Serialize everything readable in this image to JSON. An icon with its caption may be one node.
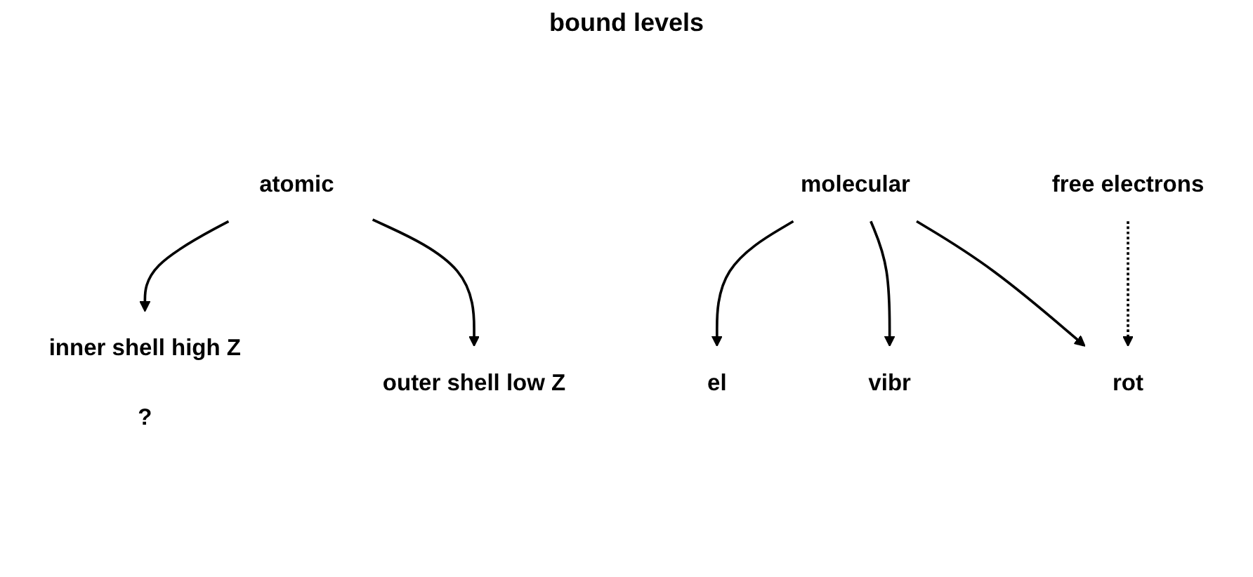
{
  "diagram": {
    "nodes": [
      {
        "text": [
          "atomic"
        ]
      },
      {
        "text": [
          "molecular"
        ]
      },
      {
        "text": [
          "free electrons"
        ]
      },
      {
        "text": [
          "inner shell high Z"
        ],
        "beside": [
          "?"
        ]
      },
      {
        "text": [
          "outer shell low Z"
        ]
      },
      {
        "text": [
          "el"
        ]
      },
      {
        "text": [
          "vibr"
        ]
      },
      {
        "text": [
          "rot"
        ]
      }
    ],
    "edges": [
      {
        "from": 0,
        "to": 3,
        "arrow": "to"
      },
      {
        "from": 0,
        "to": 4,
        "arrow": "to"
      },
      {
        "from": 1,
        "to": 5,
        "arrow": "to"
      },
      {
        "from": 1,
        "to": 6,
        "arrow": "to"
      },
      {
        "from": 1,
        "to": 7,
        "arrow": "to"
      },
      {
        "from": 2,
        "to": 7,
        "arrow": "to",
        "style": "dashed"
      }
    ],
    "labels": [
      "bound levels"
    ]
  }
}
